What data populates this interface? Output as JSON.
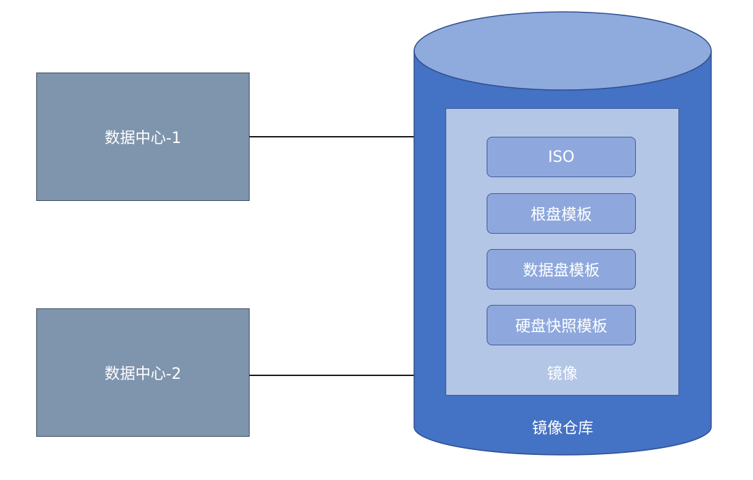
{
  "datacenters": [
    {
      "label": "数据中心-1"
    },
    {
      "label": "数据中心-2"
    }
  ],
  "repository": {
    "label": "镜像仓库",
    "inner_label": "镜像",
    "items": [
      {
        "label": "ISO"
      },
      {
        "label": "根盘模板"
      },
      {
        "label": "数据盘模板"
      },
      {
        "label": "硬盘快照模板"
      }
    ]
  },
  "colors": {
    "datacenter_fill": "#7f95ae",
    "cylinder_body": "#4472c4",
    "cylinder_top": "#8faadc",
    "inner_panel": "#b3c6e6",
    "item_fill": "#8ea8dd"
  }
}
